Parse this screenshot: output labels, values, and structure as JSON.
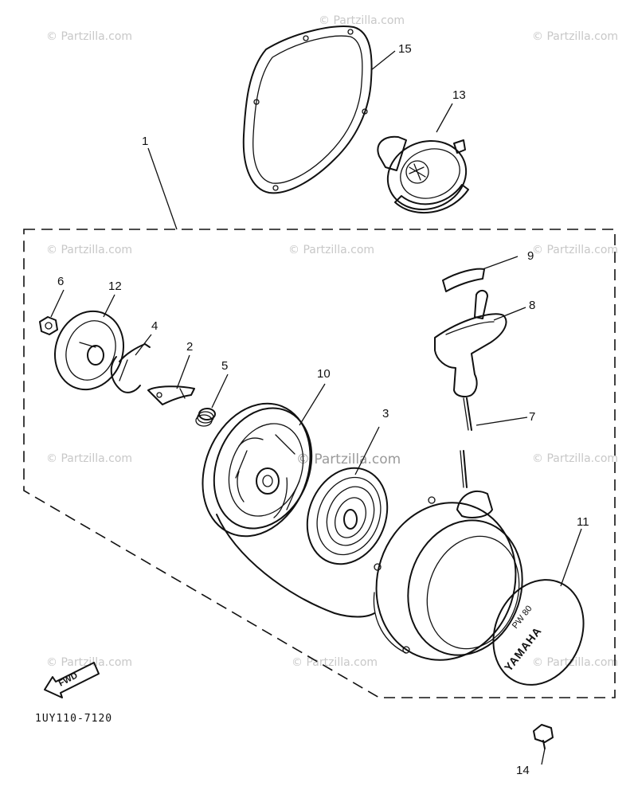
{
  "diagram": {
    "watermark": "© Partzilla.com",
    "watermark_mid": "© Partzilla.com",
    "drawing_code": "1UY110-7120",
    "fwd_label": "FWD",
    "cover_brand": "YAMAHA",
    "cover_model": "PW 80",
    "callouts": [
      "1",
      "2",
      "3",
      "4",
      "5",
      "6",
      "7",
      "8",
      "9",
      "10",
      "11",
      "12",
      "13",
      "14",
      "15"
    ]
  }
}
